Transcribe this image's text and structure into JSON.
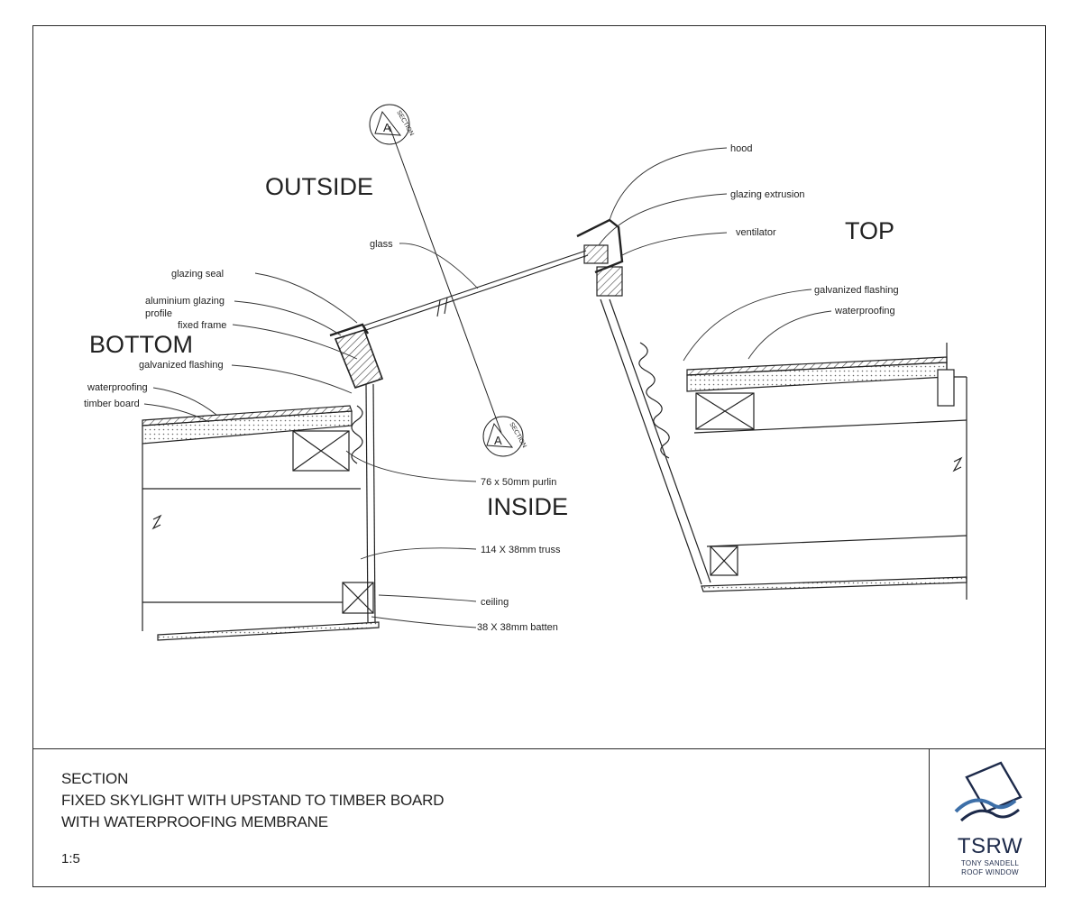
{
  "drawing": {
    "zone_labels": {
      "outside": "OUTSIDE",
      "inside": "INSIDE",
      "bottom": "BOTTOM",
      "top": "TOP"
    },
    "section_marker": {
      "letter": "A",
      "word": "SECTION"
    },
    "callouts": {
      "glazing_seal": "glazing seal",
      "aluminium_glazing_1": "aluminium glazing",
      "aluminium_glazing_2": "profile",
      "fixed_frame": "fixed frame",
      "galvanized_flashing_left": "galvanized flashing",
      "waterproofing_left": "waterproofing",
      "timber_board": "timber board",
      "glass": "glass",
      "hood": "hood",
      "glazing_extrusion": "glazing extrusion",
      "ventilator": "ventilator",
      "galvanized_flashing_right": "galvanized flashing",
      "waterproofing_right": "waterproofing",
      "purlin": "76 x 50mm purlin",
      "truss": "114 X 38mm truss",
      "ceiling": "ceiling",
      "batten": "38 X 38mm batten"
    }
  },
  "title_block": {
    "line1": "SECTION",
    "line2": "FIXED SKYLIGHT WITH UPSTAND TO TIMBER BOARD",
    "line3": "WITH WATERPROOFING MEMBRANE",
    "scale": "1:5"
  },
  "logo": {
    "name": "TSRW",
    "sub1": "TONY SANDELL",
    "sub2": "ROOF WINDOW",
    "colors": {
      "navy": "#1d2a4a",
      "wave_blue": "#3d6fa8"
    }
  }
}
